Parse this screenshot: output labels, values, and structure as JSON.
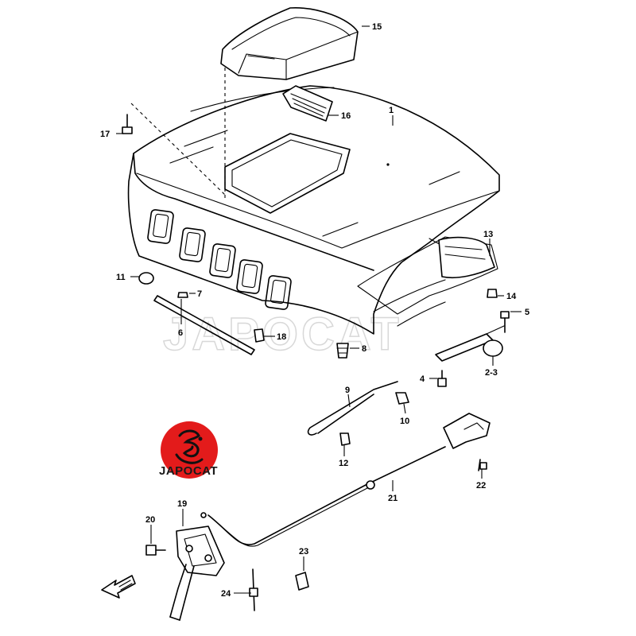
{
  "diagram": {
    "watermark_text": "JAPOCAT",
    "logo": {
      "text": "JAPOCAT",
      "badge_color": "#e31b1b",
      "glyph_color": "#111111"
    },
    "callouts": {
      "c1": "1",
      "c2_3": "2-3",
      "c4": "4",
      "c5": "5",
      "c6": "6",
      "c7": "7",
      "c8": "8",
      "c9": "9",
      "c10": "10",
      "c11": "11",
      "c12": "12",
      "c13": "13",
      "c14": "14",
      "c15": "15",
      "c16": "16",
      "c17": "17",
      "c18": "18",
      "c19": "19",
      "c20": "20",
      "c21": "21",
      "c22": "22",
      "c23": "23",
      "c24": "24"
    },
    "icons": {
      "front_arrow": "front-arrow-icon"
    }
  }
}
